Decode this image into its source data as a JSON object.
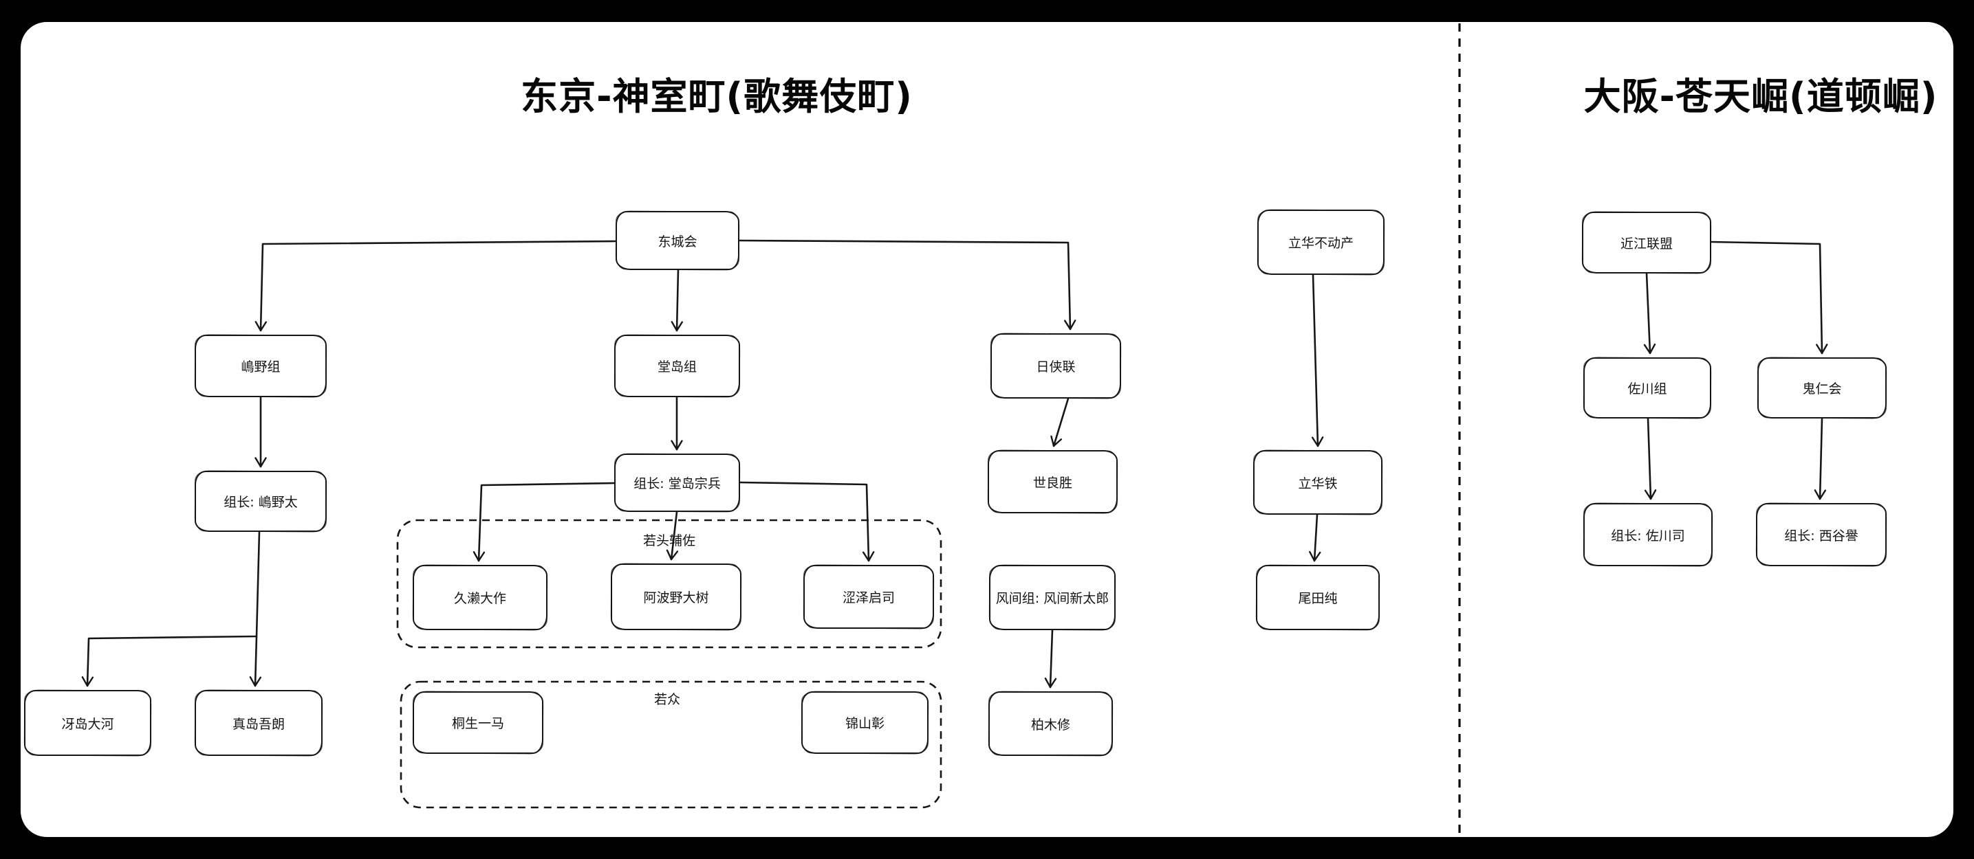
{
  "colors": {
    "background": "#000000",
    "surface": "#ffffff",
    "ink": "#161616"
  },
  "sections": {
    "tokyo": {
      "title": "东京-神室町(歌舞伎町)",
      "nodes": {
        "tojo": "东城会",
        "tachibana_re": "立华不动产",
        "shimano": "嶋野组",
        "dojima": "堂岛组",
        "nikkyoren": "日侠联",
        "shimano_boss": "组长: 嶋野太",
        "dojima_boss": "组长: 堂岛宗兵",
        "sera": "世良胜",
        "tachibana": "立华铁",
        "kuze": "久濑大作",
        "awano": "阿波野大树",
        "shibusawa": "涩泽启司",
        "kazama": "风间组: 风间新太郎",
        "oda": "尾田纯",
        "saejima": "冴岛大河",
        "majima": "真岛吾朗",
        "kiryu": "桐生一马",
        "nishikiyama": "锦山彰",
        "kashiwagi": "柏木修"
      },
      "groups": {
        "wakagashira_hosa": "若头辅佐",
        "wakashu": "若众"
      }
    },
    "osaka": {
      "title": "大阪-苍天崛(道顿崛)",
      "nodes": {
        "omi": "近江联盟",
        "sagawa": "佐川组",
        "kijin": "鬼仁会",
        "sagawa_boss": "组长: 佐川司",
        "nishitani_boss": "组长: 西谷譽"
      }
    }
  },
  "edges": [
    {
      "from": "tojo",
      "to": "shimano"
    },
    {
      "from": "tojo",
      "to": "dojima"
    },
    {
      "from": "tojo",
      "to": "nikkyoren"
    },
    {
      "from": "shimano",
      "to": "shimano_boss"
    },
    {
      "from": "shimano_boss",
      "to": "saejima"
    },
    {
      "from": "shimano_boss",
      "to": "majima"
    },
    {
      "from": "dojima",
      "to": "dojima_boss"
    },
    {
      "from": "dojima_boss",
      "to": "kuze"
    },
    {
      "from": "dojima_boss",
      "to": "awano"
    },
    {
      "from": "dojima_boss",
      "to": "shibusawa"
    },
    {
      "from": "nikkyoren",
      "to": "sera"
    },
    {
      "from": "kazama",
      "to": "kashiwagi"
    },
    {
      "from": "tachibana_re",
      "to": "tachibana"
    },
    {
      "from": "tachibana",
      "to": "oda"
    },
    {
      "from": "omi",
      "to": "sagawa"
    },
    {
      "from": "omi",
      "to": "kijin"
    },
    {
      "from": "sagawa",
      "to": "sagawa_boss"
    },
    {
      "from": "kijin",
      "to": "nishitani_boss"
    }
  ]
}
